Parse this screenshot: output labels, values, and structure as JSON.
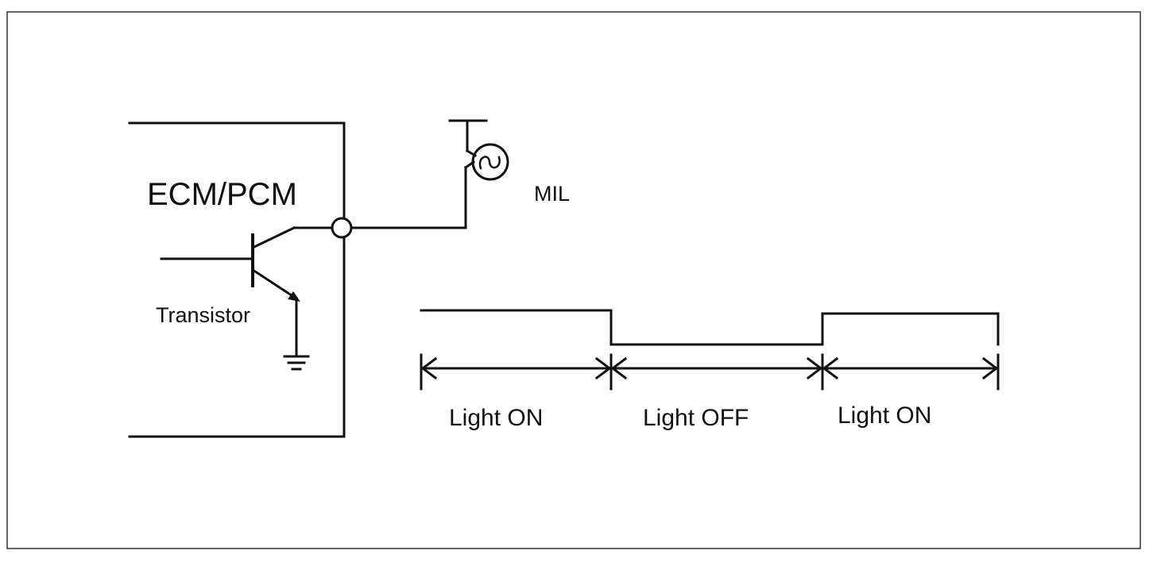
{
  "labels": {
    "module": "ECM/PCM",
    "lamp": "MIL",
    "switch": "Transistor"
  },
  "timing": {
    "intervals": [
      {
        "label": "Light ON",
        "state": "high"
      },
      {
        "label": "Light OFF",
        "state": "low"
      },
      {
        "label": "Light ON",
        "state": "high"
      }
    ]
  }
}
